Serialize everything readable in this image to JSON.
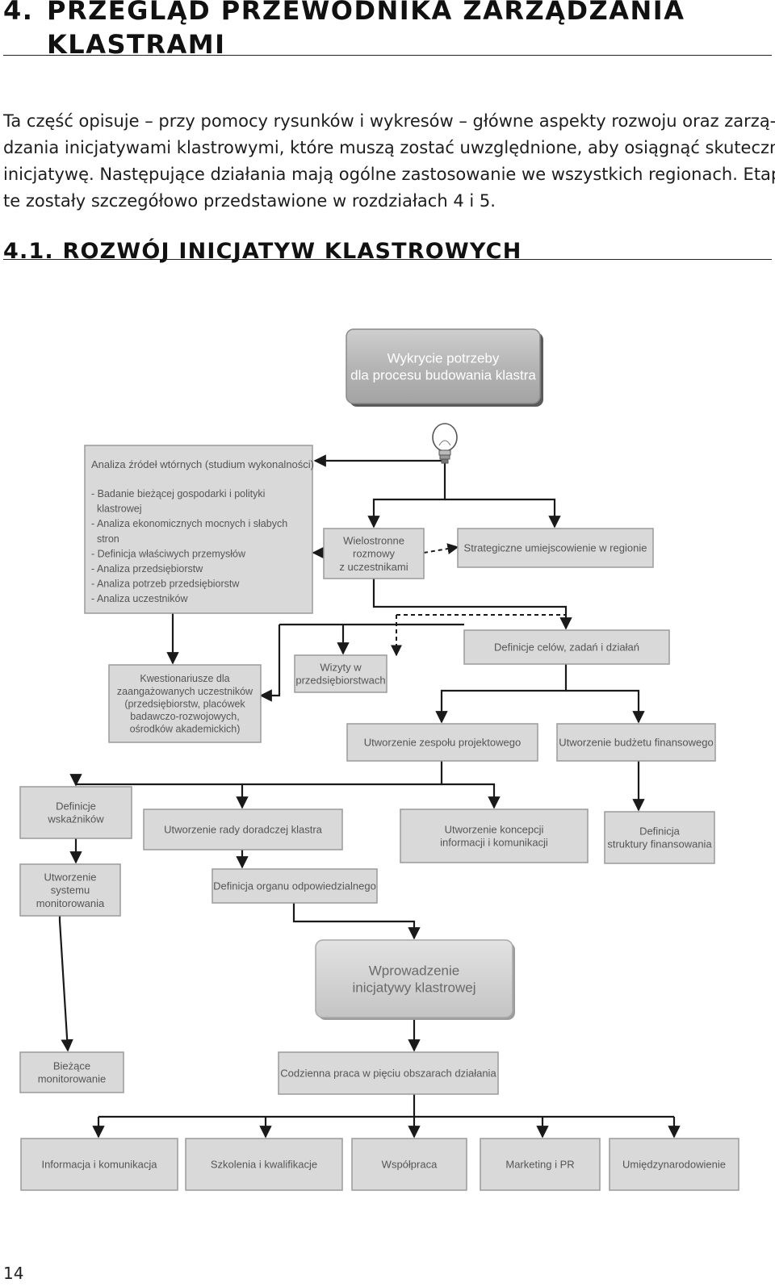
{
  "chapter": {
    "number": "4.",
    "title_line1": "PRZEGLĄD PRZEWODNIKA ZARZĄDZANIA",
    "title_line2": "KLASTRAMI"
  },
  "intro_lines": [
    "Ta część opisuje – przy pomocy rysunków i wykresów – główne aspekty rozwoju oraz zarzą-",
    "dzania inicjatywami klastrowymi, które muszą zostać uwzględnione, aby osiągnąć skuteczną",
    "inicjatywę. Następujące działania mają ogólne zastosowanie we wszystkich regionach. Etapy",
    "te zostały szczegółowo przedstawione w rozdziałach 4 i 5."
  ],
  "section": {
    "title": "4.1. ROZWÓJ INICJATYW KLASTROWYCH"
  },
  "diagram": {
    "box_fill": "#d9d9d9",
    "box_stroke": "#9a9a9a",
    "big_fill": "#bdbdbd",
    "text_color": "#555555",
    "line_color": "#1a1a1a",
    "start": [
      "Wykrycie potrzeby",
      "dla procesu budowania klastra"
    ],
    "analysis_title": "Analiza źródeł wtórnych (studium wykonalności)",
    "analysis_items": [
      "- Badanie bieżącej gospodarki i polityki",
      "  klastrowej",
      "- Analiza ekonomicznych mocnych i słabych",
      "  stron",
      "- Definicja właściwych przemysłów",
      "- Analiza przedsiębiorstw",
      "- Analiza potrzeb przedsiębiorstw",
      "- Analiza uczestników"
    ],
    "bulb_icon": "lightbulb-icon",
    "talks": [
      "Wielostronne",
      "rozmowy",
      "z uczestnikami"
    ],
    "strategic": [
      "Strategiczne umiejscowienie w regionie"
    ],
    "goals": [
      "Definicje celów, zadań i działań"
    ],
    "questionnaires": [
      "Kwestionariusze dla",
      "zaangażowanych uczestników",
      "(przedsiębiorstw, placówek",
      "badawczo-rozwojowych,",
      "ośrodków akademickich)"
    ],
    "visits": [
      "Wizyty w",
      "przedsiębiorstwach"
    ],
    "team": [
      "Utworzenie zespołu projektowego"
    ],
    "budget": [
      "Utworzenie budżetu finansowego"
    ],
    "indicators": [
      "Definicje",
      "wskaźników"
    ],
    "council": [
      "Utworzenie rady doradczej klastra"
    ],
    "communication_concept": [
      "Utworzenie koncepcji",
      "informacji i komunikacji"
    ],
    "financing_structure": [
      "Definicja",
      "struktury finansowania"
    ],
    "monitoring_system": [
      "Utworzenie",
      "systemu",
      "monitorowania"
    ],
    "responsible_body": [
      "Definicja organu odpowiedzialnego"
    ],
    "launch": [
      "Wprowadzenie",
      "inicjatywy klastrowej"
    ],
    "ongoing_monitoring": [
      "Bieżące",
      "monitorowanie"
    ],
    "daily_work": [
      "Codzienna praca w pięciu obszarach działania"
    ],
    "areas": [
      [
        "Informacja i komunikacja"
      ],
      [
        "Szkolenia i kwalifikacje"
      ],
      [
        "Współpraca"
      ],
      [
        "Marketing i PR"
      ],
      [
        "Umiędzynarodowienie"
      ]
    ]
  },
  "page_number": "14"
}
